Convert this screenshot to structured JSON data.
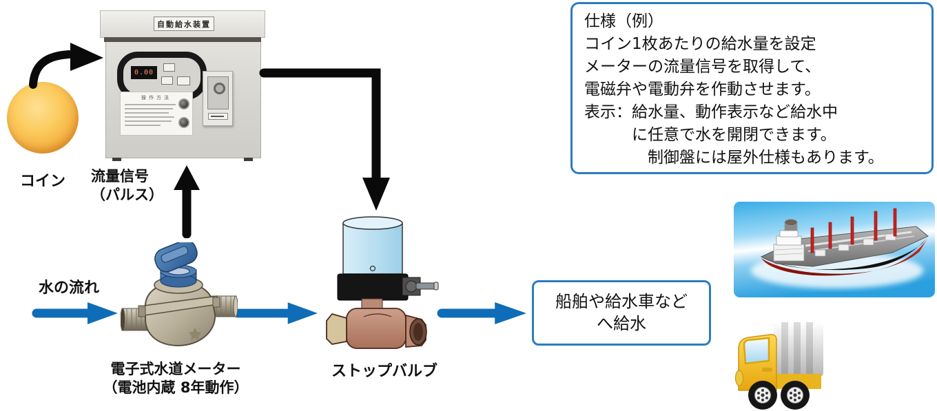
{
  "colors": {
    "arrow_blue": "#0e6db6",
    "box_border_blue": "#2b7cc0",
    "black_arrow": "#0a0a0a",
    "coin_gold": "#f3a93c"
  },
  "device": {
    "nameplate": "自動給水装置",
    "display_value": "0.00",
    "instruction_panel_title": "操作方法"
  },
  "coin_label": "コイン",
  "flow_signal_label": {
    "line1": "流量信号",
    "line2": "（パルス）"
  },
  "water_flow_label": "水の流れ",
  "meter_label": {
    "line1": "電子式水道メーター",
    "line2": "（電池内蔵 8年動作）"
  },
  "stop_valve_label": "ストップバルブ",
  "output_box": {
    "line1": "船舶や給水車など",
    "line2": "へ給水"
  },
  "spec_box": {
    "lines": [
      "仕様（例）",
      "コイン1枚あたりの給水量を設定",
      "メーターの流量信号を取得して、",
      "電磁弁や電動弁を作動させます。",
      "表示：給水量、動作表示など給水中",
      "　　　に任意で水を開閉できます。",
      "　　　　制御盤には屋外仕様もあります。"
    ]
  },
  "icons": {
    "ship": "tanker-ship",
    "truck": "supply-truck"
  }
}
